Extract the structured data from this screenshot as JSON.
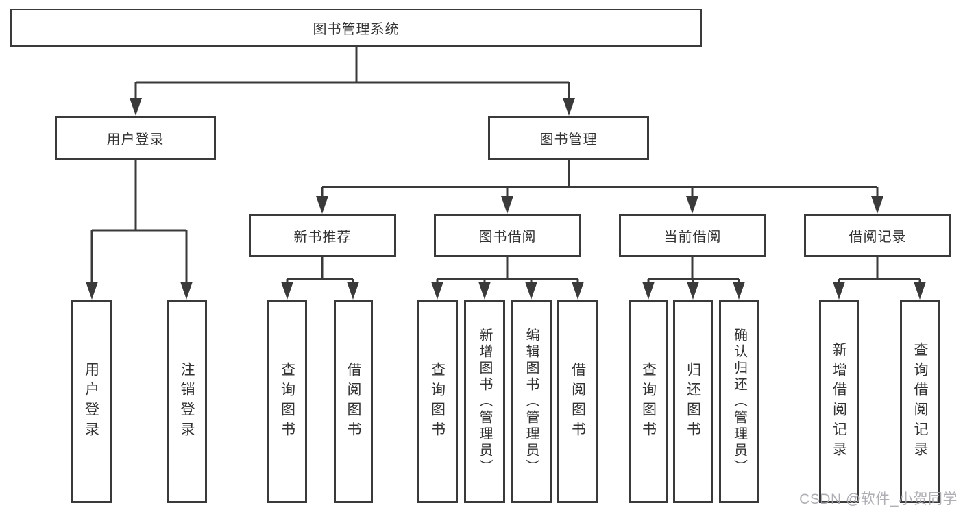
{
  "colors": {
    "line": "#3a3a3a",
    "box_border": "#3a3a3a",
    "text": "#333333",
    "watermark": "#a5a5ac",
    "background": "#ffffff"
  },
  "watermark": {
    "text": "CSDN @软件_小贺同学"
  },
  "tree": {
    "label": "图书管理系统",
    "children": [
      {
        "label": "用户登录",
        "children": [
          {
            "label": "用户登录"
          },
          {
            "label": "注销登录"
          }
        ]
      },
      {
        "label": "图书管理",
        "children": [
          {
            "label": "新书推荐",
            "children": [
              {
                "label": "查询图书"
              },
              {
                "label": "借阅图书"
              }
            ]
          },
          {
            "label": "图书借阅",
            "children": [
              {
                "label": "查询图书"
              },
              {
                "label": "新增图书（管理员）"
              },
              {
                "label": "编辑图书（管理员）"
              },
              {
                "label": "借阅图书"
              }
            ]
          },
          {
            "label": "当前借阅",
            "children": [
              {
                "label": "查询图书"
              },
              {
                "label": "归还图书"
              },
              {
                "label": "确认归还（管理员）"
              }
            ]
          },
          {
            "label": "借阅记录",
            "children": [
              {
                "label": "新增借阅记录"
              },
              {
                "label": "查询借阅记录"
              }
            ]
          }
        ]
      }
    ]
  }
}
